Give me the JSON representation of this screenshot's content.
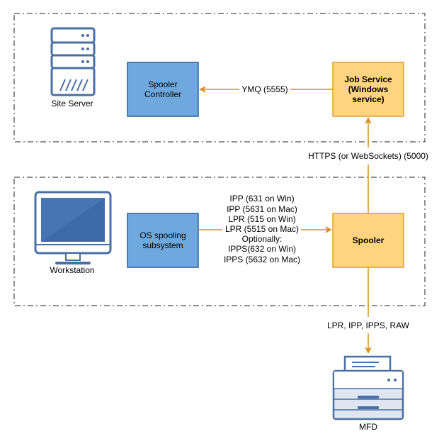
{
  "zones": {
    "server": {
      "label": ""
    },
    "workstation": {
      "label": ""
    }
  },
  "nodes": {
    "site_server": {
      "label": "Site Server"
    },
    "spooler_controller": {
      "lines": [
        "Spooler",
        "Controller"
      ]
    },
    "job_service": {
      "lines": [
        "Job Service",
        "(Windows",
        "service)"
      ]
    },
    "os_spooling": {
      "lines": [
        "OS spooling",
        "subsystem"
      ]
    },
    "spooler": {
      "lines": [
        "Spooler"
      ]
    },
    "workstation": {
      "label": "Workstation"
    },
    "mfd": {
      "label": "MFD"
    }
  },
  "edges": {
    "ymq": {
      "label": "YMQ (5555)"
    },
    "https": {
      "label": "HTTPS (or WebSockets) (5000)"
    },
    "protocols": {
      "lines": [
        "IPP (631 on Win)",
        "IPP (5631 on Mac)",
        "LPR (515 on Win)",
        "LPR (5515 on Mac)",
        "Optionally:",
        "IPPS(632 on Win)",
        "IPPS (5632 on Mac)"
      ]
    },
    "printer_protocols": {
      "label": "LPR, IPP, IPPS, RAW"
    }
  },
  "colors": {
    "blue_fill": "#6fa8dc",
    "blue_stroke": "#2b5f9e",
    "orange_fill": "#ffd480",
    "orange_stroke": "#e0a030",
    "arrow": "#d8901a",
    "icon_blue": "#4a6fa5",
    "icon_light": "#dfe6f1"
  }
}
